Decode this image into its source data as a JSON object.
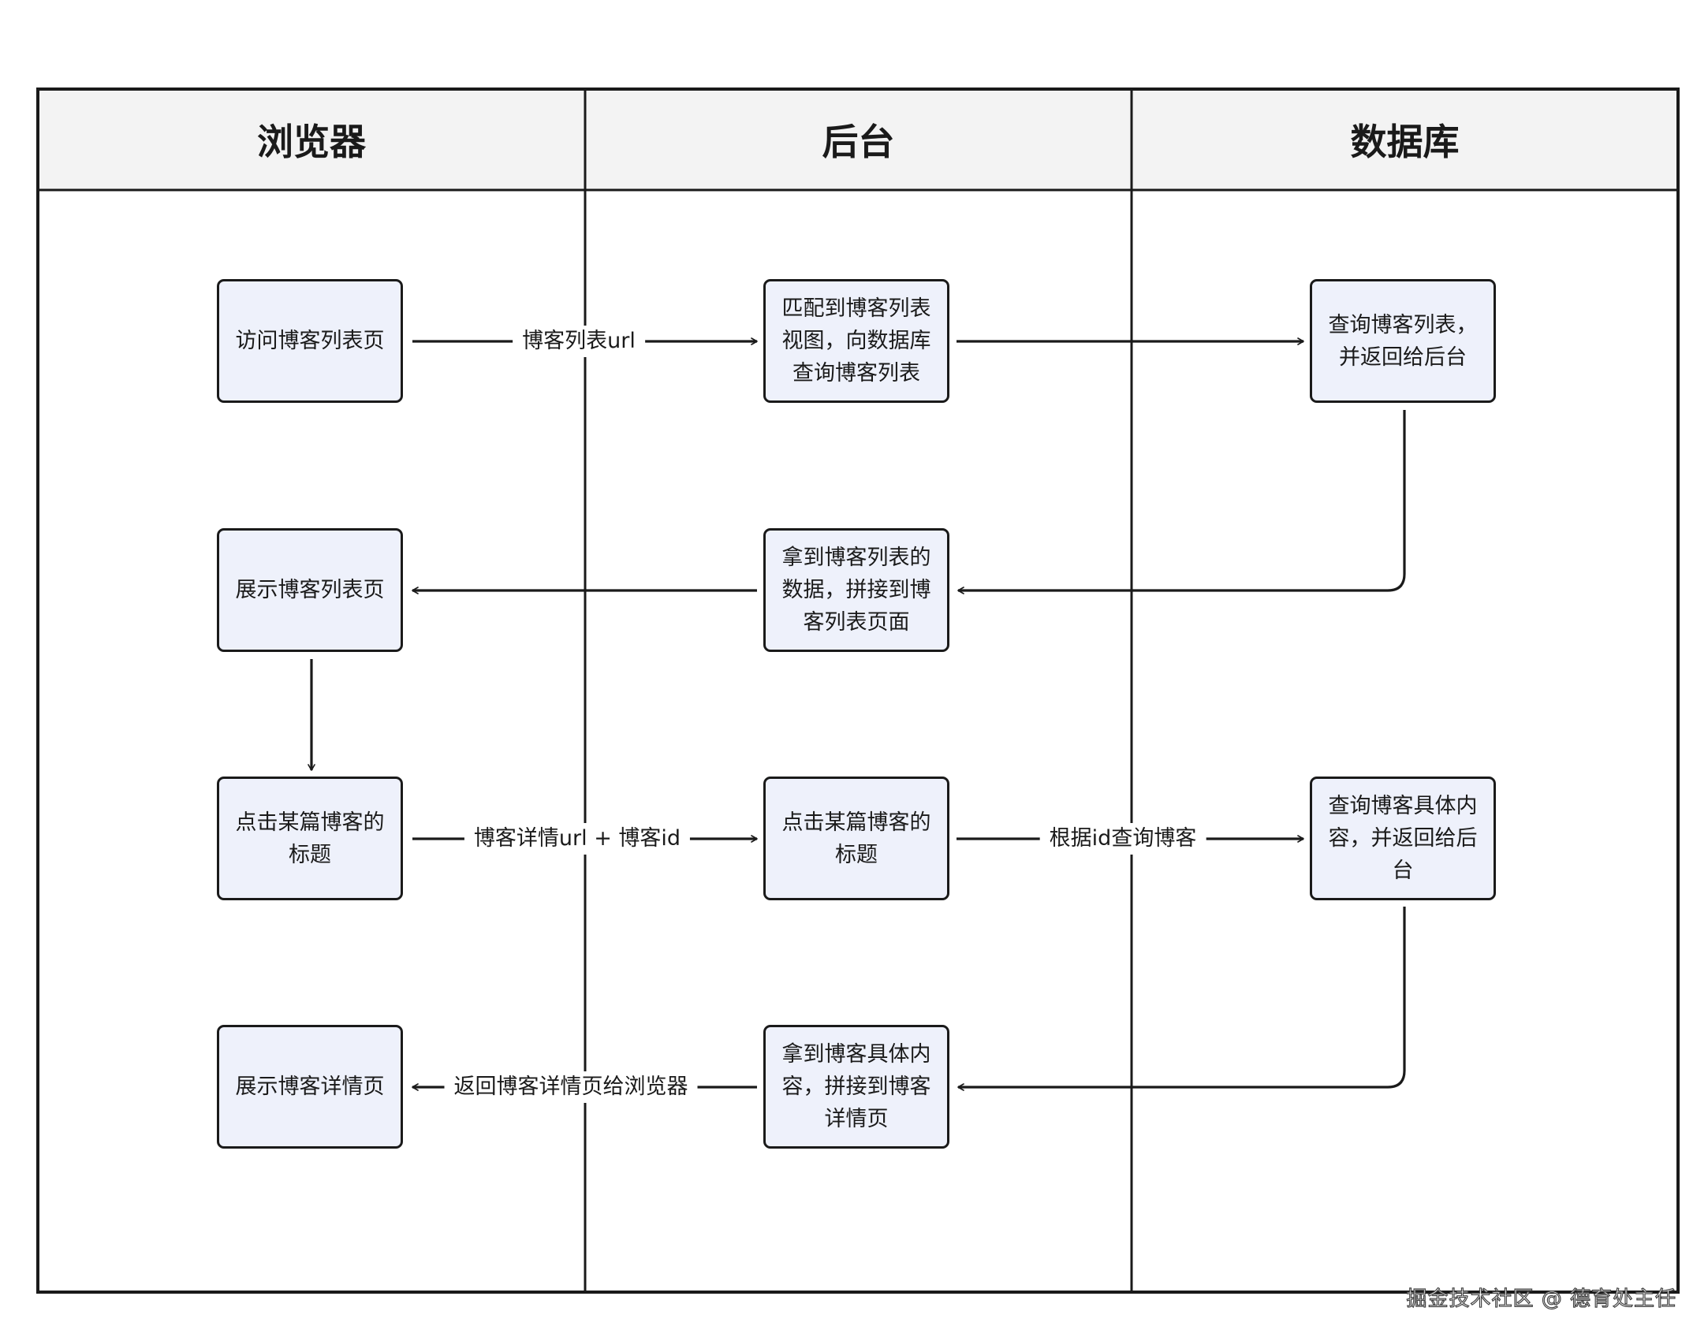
{
  "lanes": [
    {
      "title": "浏览器"
    },
    {
      "title": "后台"
    },
    {
      "title": "数据库"
    }
  ],
  "nodes": {
    "visit_list": [
      "访问博客列表页"
    ],
    "match_view": [
      "匹配到博客列表",
      "视图，向数据库",
      "查询博客列表"
    ],
    "query_list": [
      "查询博客列表，",
      "并返回给后台"
    ],
    "show_list": [
      "展示博客列表页"
    ],
    "assemble_list": [
      "拿到博客列表的",
      "数据，拼接到博",
      "客列表页面"
    ],
    "click_title_browser": [
      "点击某篇博客的",
      "标题"
    ],
    "click_title_backend": [
      "点击某篇博客的",
      "标题"
    ],
    "query_detail": [
      "查询博客具体内",
      "容，并返回给后",
      "台"
    ],
    "show_detail": [
      "展示博客详情页"
    ],
    "assemble_detail": [
      "拿到博客具体内",
      "容，拼接到博客",
      "详情页"
    ]
  },
  "edge_labels": {
    "list_url": "博客列表url",
    "detail_url": "博客详情url + 博客id",
    "query_by_id": "根据id查询博客",
    "return_detail": "返回博客详情页给浏览器"
  },
  "watermark": "掘金技术社区 @ 德育处主任",
  "colors": {
    "node_fill": "#eef1fb",
    "header_fill": "#f3f3f3",
    "stroke": "#1a1a1a"
  }
}
